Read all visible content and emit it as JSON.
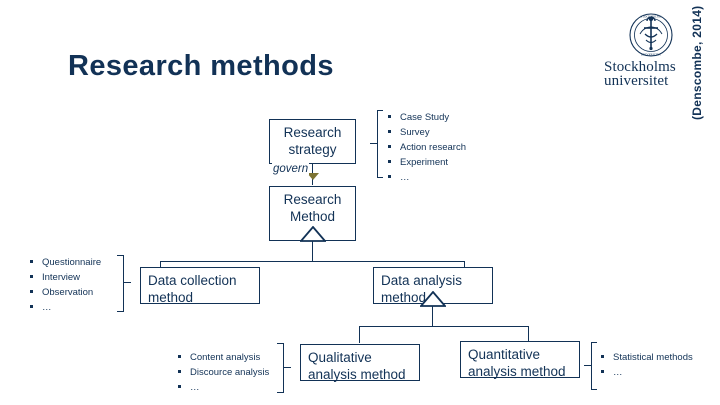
{
  "slide": {
    "title": "Research methods",
    "title_color": "#123256",
    "background": "#ffffff",
    "citation": "(Denscombe, 2014)"
  },
  "logo": {
    "name": "stockholm-university-logo",
    "line1": "Stockholms",
    "line2": "universitet",
    "color": "#123256"
  },
  "diagram": {
    "type": "uml-class-hierarchy",
    "nodes": [
      {
        "id": "research-strategy",
        "line1": "Research",
        "line2": "strategy"
      },
      {
        "id": "research-method",
        "line1": "Research",
        "line2": "Method"
      },
      {
        "id": "data-collection-method",
        "line1": "Data collection",
        "line2": "method"
      },
      {
        "id": "data-analysis-method",
        "line1": "Data analysis",
        "line2": "method"
      },
      {
        "id": "qualitative-analysis-method",
        "line1": "Qualitative",
        "line2": "analysis method"
      },
      {
        "id": "quantitative-analysis-method",
        "line1": "Quantitative",
        "line2": "analysis method"
      }
    ],
    "edge_labels": {
      "govern": "govern"
    },
    "edges": [
      {
        "from": "research-strategy",
        "to": "research-method",
        "label": "govern",
        "kind": "arrow"
      },
      {
        "from": "research-method",
        "to": "data-collection-method",
        "kind": "generalization"
      },
      {
        "from": "research-method",
        "to": "data-analysis-method",
        "kind": "generalization"
      },
      {
        "from": "data-analysis-method",
        "to": "qualitative-analysis-method",
        "kind": "generalization"
      },
      {
        "from": "data-analysis-method",
        "to": "quantitative-analysis-method",
        "kind": "generalization"
      }
    ],
    "bullet_groups": [
      {
        "id": "strategy-examples",
        "attached_to": "research-strategy",
        "items": [
          "Case Study",
          "Survey",
          "Action research",
          "Experiment",
          "…"
        ]
      },
      {
        "id": "collection-examples",
        "attached_to": "data-collection-method",
        "items": [
          "Questionnaire",
          "Interview",
          "Observation",
          "…"
        ]
      },
      {
        "id": "qualitative-examples",
        "attached_to": "qualitative-analysis-method",
        "items": [
          "Content analysis",
          "Discource analysis",
          "…"
        ]
      },
      {
        "id": "quantitative-examples",
        "attached_to": "quantitative-analysis-method",
        "items": [
          "Statistical methods",
          "…"
        ]
      }
    ]
  }
}
